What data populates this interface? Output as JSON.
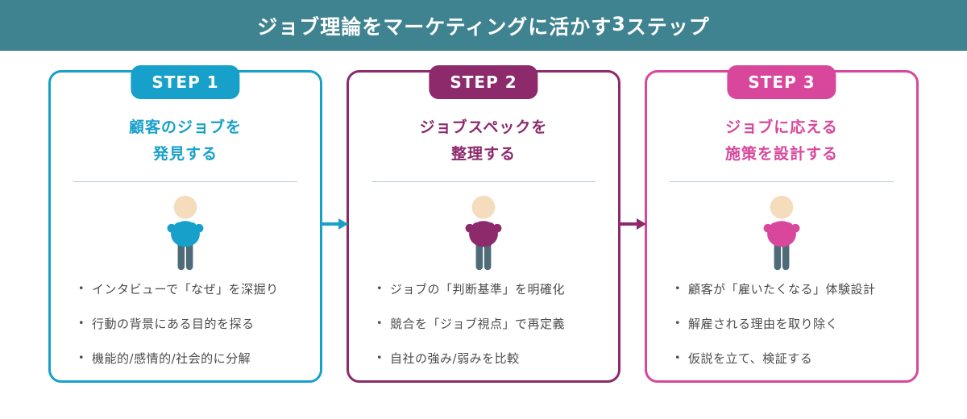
{
  "header": {
    "title_pre": "ジョブ理論をマーケティングに活かす",
    "title_num": "3",
    "title_post": "ステップ",
    "bg": "#3f8391",
    "text_color": "#ffffff"
  },
  "steps": [
    {
      "badge": "STEP 1",
      "title_line1": "顧客のジョブを",
      "title_line2": "発見する",
      "accent": "#17a0ca",
      "bullets": [
        "インタビューで「なぜ」を深掘り",
        "行動の背景にある目的を探る",
        "機能的/感情的/社会的に分解"
      ]
    },
    {
      "badge": "STEP 2",
      "title_line1": "ジョブスペックを",
      "title_line2": "整理する",
      "accent": "#8c2a6c",
      "bullets": [
        "ジョブの「判断基準」を明確化",
        "競合を「ジョブ視点」で再定義",
        "自社の強み/弱みを比較"
      ]
    },
    {
      "badge": "STEP 3",
      "title_line1": "ジョブに応える",
      "title_line2": "施策を設計する",
      "accent": "#d9479c",
      "bullets": [
        "顧客が「雇いたくなる」体験設計",
        "解雇される理由を取り除く",
        "仮説を立て、検証する"
      ]
    }
  ],
  "arrows": [
    {
      "name": "step1-to-step2",
      "color": "#17a0ca"
    },
    {
      "name": "step2-to-step3",
      "color": "#8c2a6c"
    }
  ],
  "icons": {
    "person": {
      "head": "#f5dcbd",
      "legs": "#4e6b77"
    }
  },
  "divider_color": "#b9cdd6",
  "text_color": "#4c4c4c"
}
